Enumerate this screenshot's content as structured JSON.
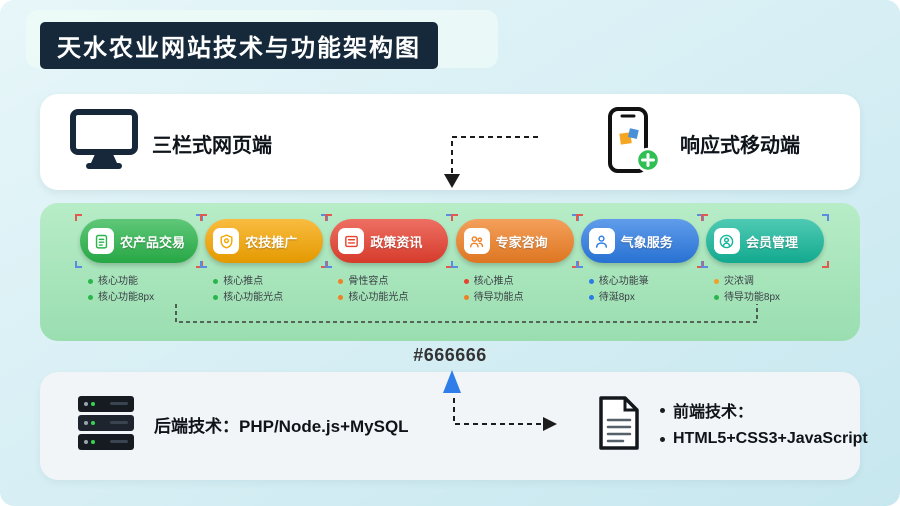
{
  "title": "天水农业网站技术与功能架构图",
  "clients": {
    "web_label": "三栏式网页端",
    "web_icon": "monitor-icon",
    "mobile_label": "响应式移动端",
    "mobile_icon": "smartphone-add-icon"
  },
  "modules": [
    {
      "label": "农产品交易",
      "icon": "clipboard-icon",
      "color": "#2ab54b",
      "bullets": [
        {
          "text": "核心功能",
          "color": "#2ab54b"
        },
        {
          "text": "核心功能8px",
          "color": "#2ab54b"
        }
      ]
    },
    {
      "label": "农技推广",
      "icon": "badge-icon",
      "color": "#f7a600",
      "bullets": [
        {
          "text": "核心推点",
          "color": "#2ab54b"
        },
        {
          "text": "核心功能光点",
          "color": "#2ab54b"
        }
      ]
    },
    {
      "label": "政策资讯",
      "icon": "newspaper-icon",
      "color": "#e8402f",
      "bullets": [
        {
          "text": "骨性容点",
          "color": "#f08024"
        },
        {
          "text": "核心功能光点",
          "color": "#f08024"
        }
      ]
    },
    {
      "label": "专家咨询",
      "icon": "experts-icon",
      "color": "#f08024",
      "bullets": [
        {
          "text": "核心推点",
          "color": "#e8402f"
        },
        {
          "text": "待导功能点",
          "color": "#f08024"
        }
      ]
    },
    {
      "label": "气象服务",
      "icon": "person-icon",
      "color": "#2b7be4",
      "bullets": [
        {
          "text": "核心功能箓",
          "color": "#2b7be4"
        },
        {
          "text": "待涎8px",
          "color": "#2b7be4"
        }
      ]
    },
    {
      "label": "会员管理",
      "icon": "member-icon",
      "color": "#14b89b",
      "bullets": [
        {
          "text": "灾浓调",
          "color": "#f0a024"
        },
        {
          "text": "待导功能8px",
          "color": "#2ab54b"
        }
      ]
    }
  ],
  "center_label": "#666666",
  "backend": {
    "label": "后端技术：PHP/Node.js+MySQL",
    "icon": "server-stack-icon"
  },
  "frontend": {
    "icon": "document-icon",
    "line1": "前端技术：",
    "line2": "HTML5+CSS3+JavaScript"
  },
  "colors": {
    "title_bg": "#15293b",
    "page_bg": "#d5eef4",
    "modules_card": "#a9e5bb",
    "arrow_blue": "#2e7de9"
  }
}
